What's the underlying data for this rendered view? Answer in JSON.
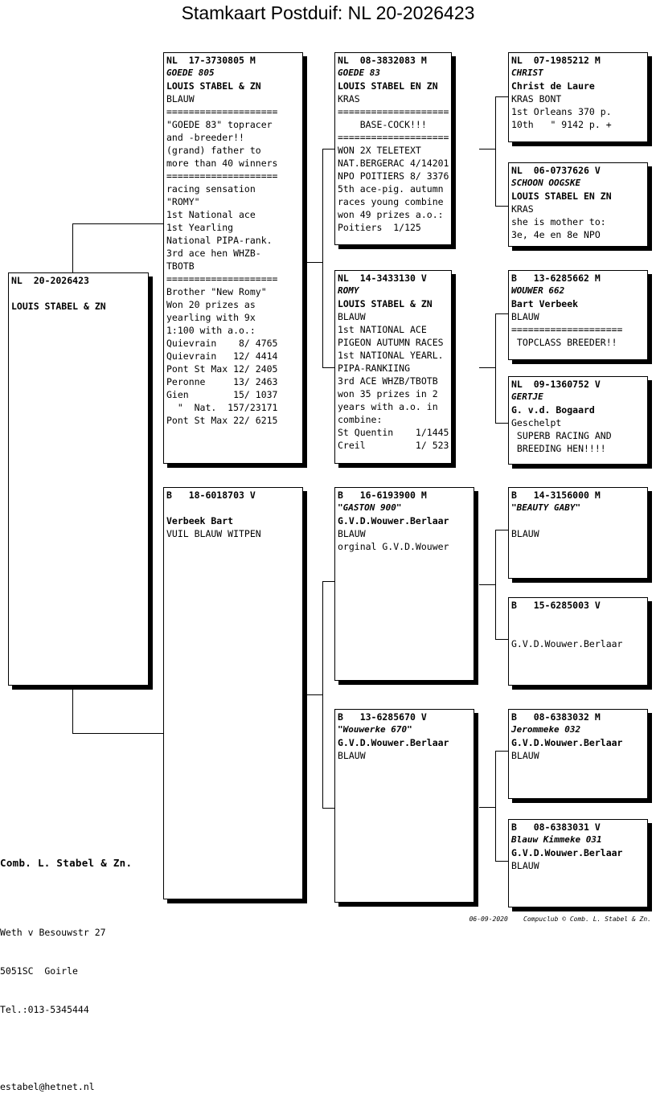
{
  "page": {
    "title": "Stamkaart Postduif: NL  20-2026423"
  },
  "cards": {
    "subject": {
      "ring": "NL  20-2026423",
      "lines": [
        "",
        "LOUIS STABEL & ZN"
      ]
    },
    "father": {
      "ring": "NL  17-3730805 M",
      "name": "GOEDE 805",
      "lines": [
        "LOUIS STABEL & ZN",
        "BLAUW",
        "====================",
        "\"GOEDE 83\" topracer",
        "and -breeder!!",
        "(grand) father to",
        "more than 40 winners",
        "====================",
        "racing sensation",
        "\"ROMY\"",
        "1st National ace",
        "1st Yearling",
        "National PIPA-rank.",
        "3rd ace hen WHZB-",
        "TBOTB",
        "====================",
        "Brother \"New Romy\"",
        "Won 20 prizes as",
        "yearling with 9x",
        "1:100 with a.o.:",
        "Quievrain    8/ 4765",
        "Quievrain   12/ 4414",
        "Pont St Max 12/ 2405",
        "Peronne     13/ 2463",
        "Gien        15/ 1037",
        "  \"  Nat.  157/23171",
        "Pont St Max 22/ 6215"
      ]
    },
    "mother": {
      "ring": "B   18-6018703 V",
      "lines": [
        "",
        "Verbeek Bart",
        "VUIL BLAUW WITPEN"
      ]
    },
    "ff": {
      "ring": "NL  08-3832083 M",
      "name": "GOEDE 83",
      "lines": [
        "LOUIS STABEL EN ZN",
        "KRAS",
        "====================",
        "    BASE-COCK!!!",
        "====================",
        "WON 2X TELETEXT",
        "NAT.BERGERAC 4/14201",
        "NPO POITIERS 8/ 3376",
        "5th ace-pig. autumn",
        "races young combine",
        "won 49 prizes a.o.:",
        "Poitiers  1/125"
      ]
    },
    "fm": {
      "ring": "NL  14-3433130 V",
      "name": "ROMY",
      "lines": [
        "LOUIS STABEL & ZN",
        "BLAUW",
        "1st NATIONAL ACE",
        "PIGEON AUTUMN RACES",
        "1st NATIONAL YEARL.",
        "PIPA-RANKIING",
        "3rd ACE WHZB/TBOTB",
        "won 35 prizes in 2",
        "years with a.o. in",
        "combine:",
        "St Quentin    1/1445",
        "Creil         1/ 523"
      ]
    },
    "mf": {
      "ring": "B   16-6193900 M",
      "name": "\"GASTON 900\"",
      "lines": [
        "G.V.D.Wouwer.Berlaar",
        "BLAUW",
        "orginal G.V.D.Wouwer"
      ]
    },
    "mm": {
      "ring": "B   13-6285670 V",
      "name": "\"Wouwerke 670\"",
      "lines": [
        "G.V.D.Wouwer.Berlaar",
        "BLAUW"
      ]
    },
    "fff": {
      "ring": "NL  07-1985212 M",
      "name": "CHRIST",
      "lines": [
        "Christ de Laure",
        "KRAS BONT",
        "1st Orleans 370 p.",
        "10th   \" 9142 p. +"
      ]
    },
    "ffm": {
      "ring": "NL  06-0737626 V",
      "name": "SCHOON OOGSKE",
      "lines": [
        "LOUIS STABEL EN ZN",
        "KRAS",
        "she is mother to:",
        "3e, 4e en 8e NPO"
      ]
    },
    "fmf": {
      "ring": "B   13-6285662 M",
      "name": "WOUWER 662",
      "lines": [
        "Bart Verbeek",
        "BLAUW",
        "====================",
        " TOPCLASS BREEDER!!"
      ]
    },
    "fmm": {
      "ring": "NL  09-1360752 V",
      "name": "GERTJE",
      "lines": [
        "G. v.d. Bogaard",
        "Geschelpt",
        " SUPERB RACING AND",
        " BREEDING HEN!!!!"
      ]
    },
    "mff": {
      "ring": "B   14-3156000 M",
      "name": "\"BEAUTY GABY\"",
      "lines": [
        "",
        "BLAUW"
      ]
    },
    "mfm": {
      "ring": "B   15-6285003 V",
      "lines": [
        "",
        "",
        "G.V.D.Wouwer.Berlaar"
      ]
    },
    "mmf": {
      "ring": "B   08-6383032 M",
      "name": "Jerommeke 032",
      "lines": [
        "G.V.D.Wouwer.Berlaar",
        "BLAUW"
      ]
    },
    "mmm": {
      "ring": "B   08-6383031 V",
      "name": "Blauw Kimmeke 031",
      "lines": [
        "G.V.D.Wouwer.Berlaar",
        "BLAUW"
      ]
    }
  },
  "owner": {
    "firm": "Comb. L. Stabel & Zn.",
    "street": "Weth v Besouwstr 27",
    "city": "5051SC  Goirle",
    "phone": "Tel.:013-5345444",
    "email": "estabel@hetnet.nl"
  },
  "footer": {
    "date": "06-09-2020",
    "credit": "Compuclub © Comb. L. Stabel & Zn."
  }
}
